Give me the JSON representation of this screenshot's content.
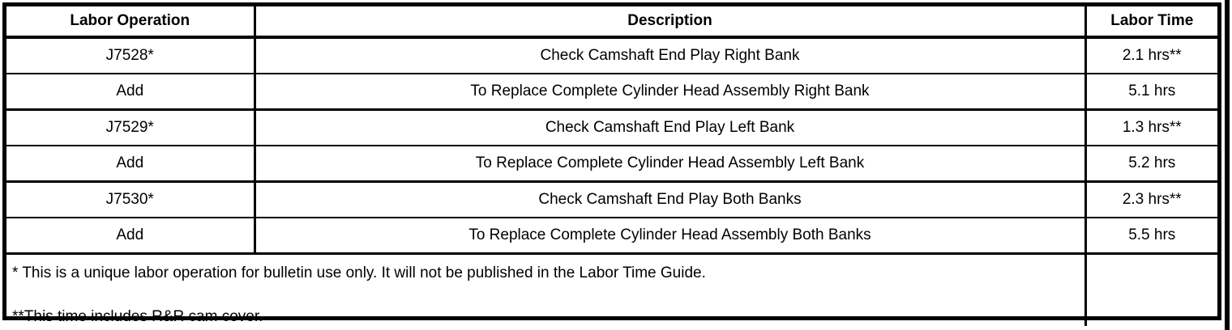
{
  "colors": {
    "border": "#000000",
    "background": "#ffffff",
    "text": "#000000"
  },
  "table": {
    "columns": {
      "operation": "Labor Operation",
      "description": "Description",
      "time": "Labor Time"
    },
    "rows": [
      {
        "operation": "J7528*",
        "description": "Check Camshaft End Play Right Bank",
        "time": "2.1 hrs**"
      },
      {
        "operation": "Add",
        "description": "To Replace Complete Cylinder Head Assembly Right Bank",
        "time": "5.1 hrs"
      },
      {
        "operation": "J7529*",
        "description": "Check Camshaft End Play Left Bank",
        "time": "1.3 hrs**"
      },
      {
        "operation": "Add",
        "description": "To Replace Complete Cylinder Head Assembly Left Bank",
        "time": "5.2 hrs"
      },
      {
        "operation": "J7530*",
        "description": "Check Camshaft End Play Both Banks",
        "time": "2.3 hrs**"
      },
      {
        "operation": "Add",
        "description": "To Replace Complete Cylinder Head Assembly Both Banks",
        "time": "5.5 hrs"
      }
    ],
    "footnotes": [
      "* This is a unique labor operation for bulletin use only. It will not be published in the Labor Time Guide.",
      "**This time includes R&R cam cover."
    ],
    "footer_time_cell": ""
  }
}
